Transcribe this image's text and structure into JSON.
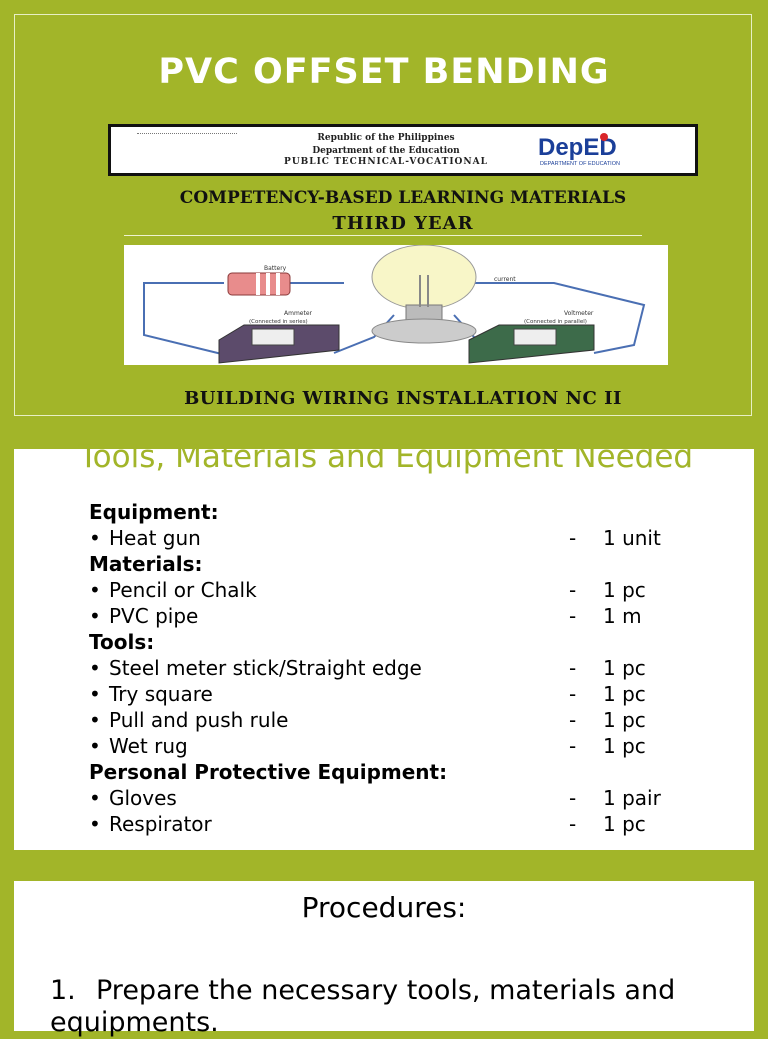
{
  "slide1": {
    "title": "PVC OFFSET BENDING",
    "banner": {
      "line1": "Republic of the Philippines",
      "line2": "Department of the Education",
      "line3": "PUBLIC TECHNICAL-VOCATIONAL",
      "logo_text": "DepED",
      "logo_subtext": "DEPARTMENT OF EDUCATION"
    },
    "subtitle1": "COMPETENCY-BASED LEARNING MATERIALS",
    "subtitle2": "THIRD YEAR",
    "circuit_labels": {
      "battery": "Battery",
      "current": "current",
      "ammeter": "Ammeter",
      "ammeter_note": "(Connected in series)",
      "voltmeter": "Voltmeter",
      "voltmeter_note": "(Connected in parallel)"
    },
    "footer": "BUILDING WIRING INSTALLATION NC II"
  },
  "slide2": {
    "heading": "Tools, Materials and Equipment Needed",
    "rows": [
      {
        "type": "head",
        "label": "Equipment:"
      },
      {
        "type": "item",
        "label": "Heat gun",
        "dash": "-",
        "qty": "1 unit"
      },
      {
        "type": "head",
        "label": "Materials:"
      },
      {
        "type": "item",
        "label": "Pencil or Chalk",
        "dash": "-",
        "qty": "1 pc"
      },
      {
        "type": "item",
        "label": "PVC pipe",
        "dash": "-",
        "qty": "1 m"
      },
      {
        "type": "head",
        "label": "Tools:"
      },
      {
        "type": "item",
        "label": "Steel meter stick/Straight edge",
        "dash": "-",
        "qty": "1 pc"
      },
      {
        "type": "item",
        "label": "Try square",
        "dash": "-",
        "qty": "1 pc"
      },
      {
        "type": "item",
        "label": "Pull and push rule",
        "dash": "-",
        "qty": "1 pc"
      },
      {
        "type": "item",
        "label": "Wet rug",
        "dash": "-",
        "qty": "1 pc"
      },
      {
        "type": "head",
        "label": "Personal Protective Equipment:"
      },
      {
        "type": "item",
        "label": "Gloves",
        "dash": "-",
        "qty": "1 pair"
      },
      {
        "type": "item",
        "label": "Respirator",
        "dash": "-",
        "qty": "1 pc"
      }
    ]
  },
  "slide3": {
    "heading": "Procedures:",
    "step_number": "1.",
    "step_text": "Prepare the necessary tools, materials and equipments."
  },
  "colors": {
    "background": "#a2b529",
    "accent_heading": "#a2b529",
    "panel": "#ffffff"
  }
}
